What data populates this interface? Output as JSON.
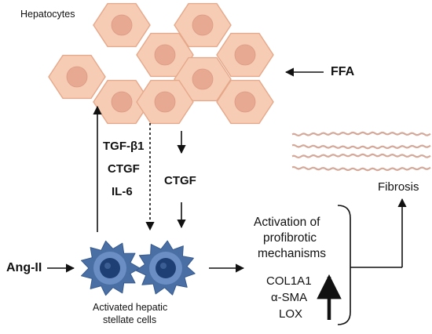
{
  "labels": {
    "hepatocytes": "Hepatocytes",
    "ffa": "FFA",
    "tgf_beta1": "TGF-β1",
    "ctgf_left": "CTGF",
    "il6": "IL-6",
    "ctgf_right": "CTGF",
    "fibrosis": "Fibrosis",
    "activation_line1": "Activation of",
    "activation_line2": "profibrotic",
    "activation_line3": "mechanisms",
    "col1a1": "COL1A1",
    "alpha_sma": "α-SMA",
    "lox": "LOX",
    "ang_ii": "Ang-II",
    "stellate_line1": "Activated hepatic",
    "stellate_line2": "stellate cells"
  },
  "colors": {
    "hepatocyte_fill": "#f6cdb4",
    "hepatocyte_stroke": "#e6a88a",
    "nucleus_fill": "#e8a992",
    "stellate_outer": "#4a6fa5",
    "stellate_inner": "#1e3f74",
    "fiber": "#d4a99a",
    "arrow": "#111111"
  },
  "icons": [
    "hepatocyte-cell-icon",
    "stellate-cell-icon",
    "fibrosis-fibers-icon"
  ]
}
